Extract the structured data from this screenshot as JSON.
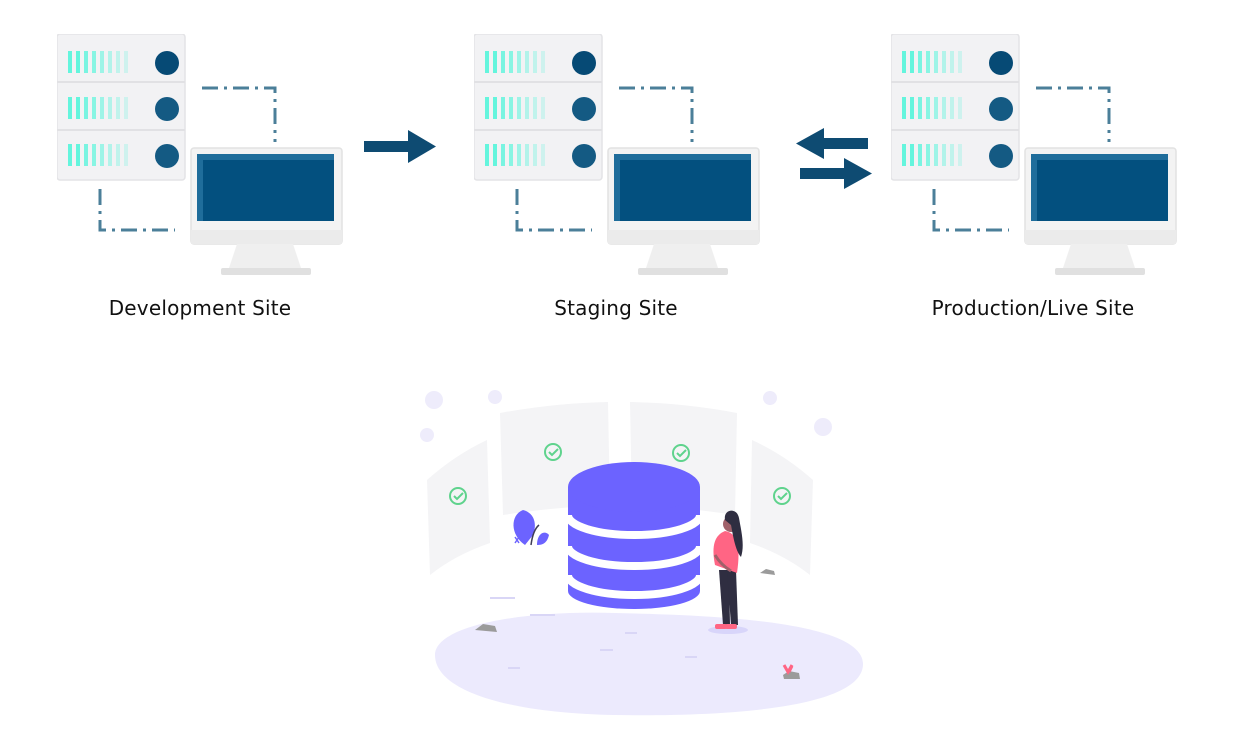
{
  "sites": [
    {
      "label": "Development Site"
    },
    {
      "label": "Staging Site"
    },
    {
      "label": "Production/Live Site"
    }
  ],
  "colors": {
    "server_body": "#f2f2f4",
    "server_bar": "#64f5dd",
    "server_dot": "#0b4f79",
    "monitor_screen": "#03507f",
    "monitor_frame": "#f3f3f3",
    "arrow": "#0e4b72",
    "dash_line": "#4b7f99",
    "database": "#6c63ff",
    "ground": "#eceafd",
    "check": "#5fd38d"
  },
  "flow": {
    "dev_to_staging": "one-way-arrow",
    "staging_production": "two-way-arrows"
  }
}
